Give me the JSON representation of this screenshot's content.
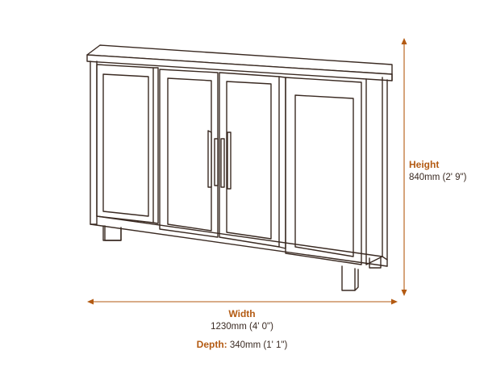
{
  "colors": {
    "accent": "#b35a12",
    "outline": "#3a2a22",
    "text": "#3a2a22"
  },
  "dimensions": {
    "height": {
      "label": "Height",
      "value": "840mm (2' 9\")"
    },
    "width": {
      "label": "Width",
      "value": "1230mm (4' 0\")"
    },
    "depth": {
      "label": "Depth:",
      "value": "340mm (1' 1\")"
    }
  }
}
